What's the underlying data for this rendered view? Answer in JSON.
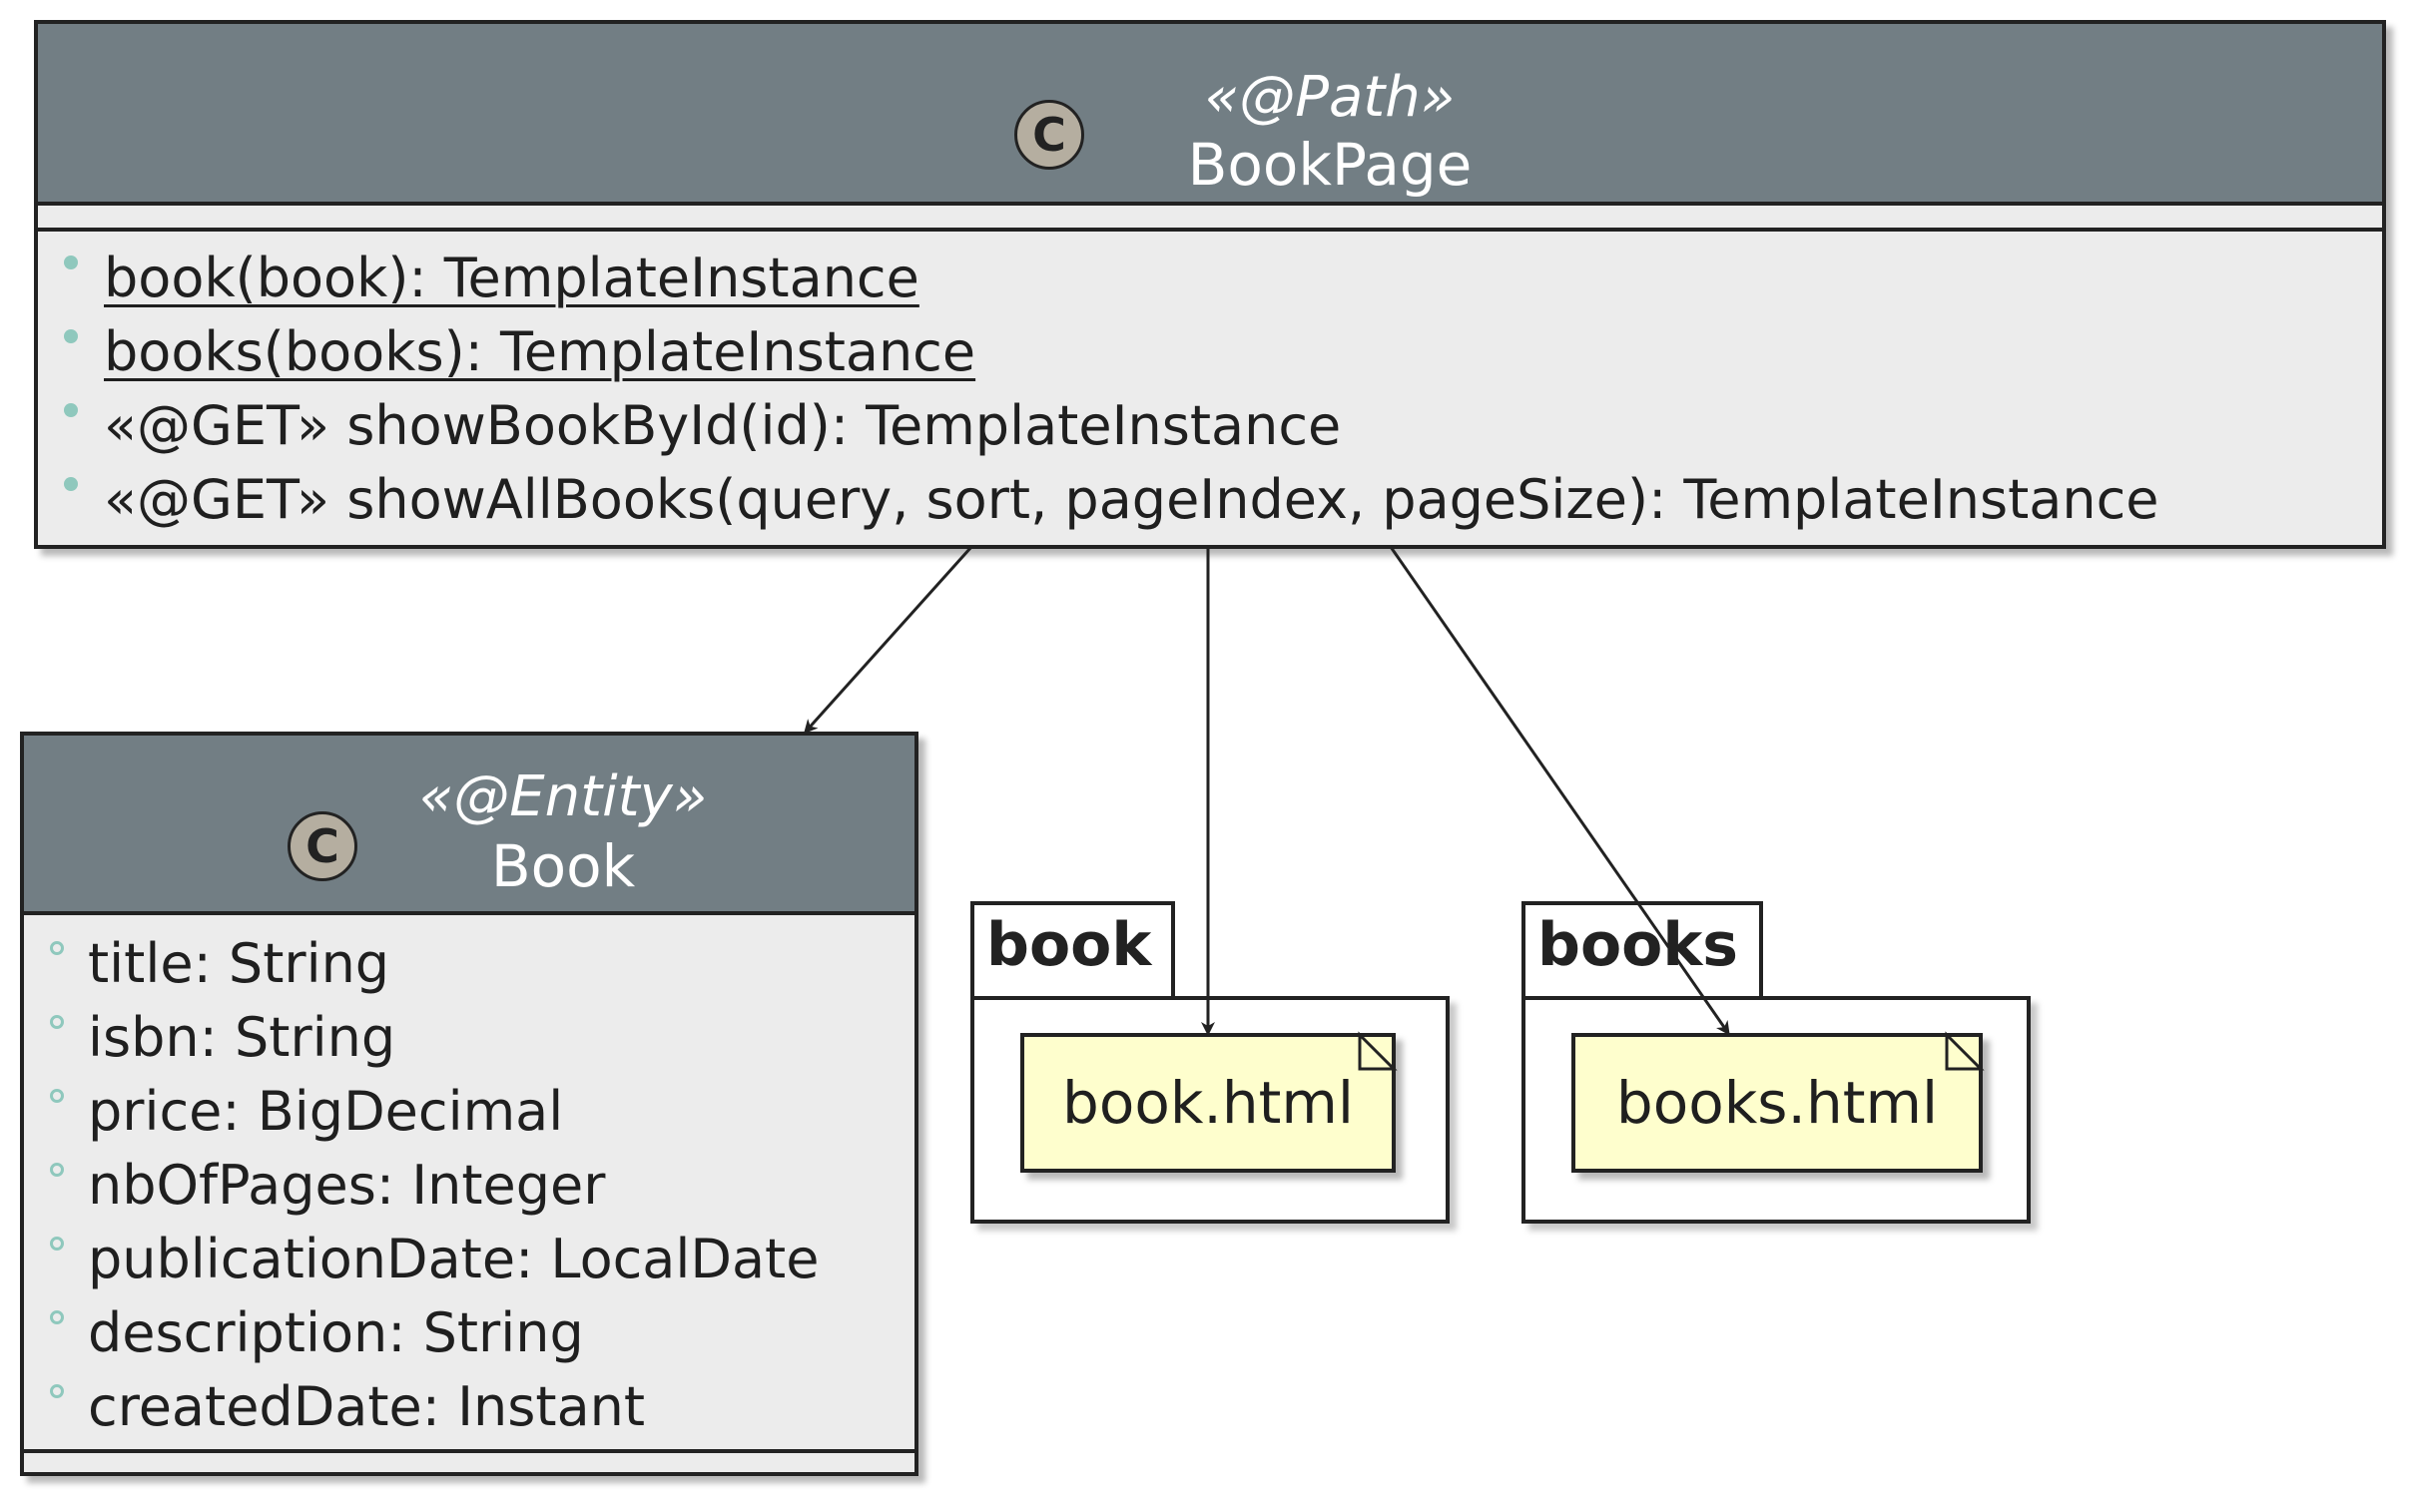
{
  "bookpage": {
    "icon_letter": "C",
    "stereotype": "«@Path»",
    "name": "BookPage",
    "methods": [
      "book(book): TemplateInstance",
      "books(books): TemplateInstance",
      "«@GET» showBookById(id): TemplateInstance",
      "«@GET» showAllBooks(query, sort, pageIndex, pageSize): TemplateInstance"
    ]
  },
  "book_class": {
    "icon_letter": "C",
    "stereotype": "«@Entity»",
    "name": "Book",
    "fields": [
      "title: String",
      "isbn: String",
      "price: BigDecimal",
      "nbOfPages: Integer",
      "publicationDate: LocalDate",
      "description: String",
      "createdDate: Instant"
    ]
  },
  "packages": [
    {
      "name": "book",
      "file": "book.html"
    },
    {
      "name": "books",
      "file": "books.html"
    }
  ],
  "colors": {
    "header": "#727e84",
    "body": "#ececec",
    "note": "#fefecd",
    "icon": "#b5aea0",
    "visibility": "#8fc8bd",
    "border": "#222222"
  }
}
